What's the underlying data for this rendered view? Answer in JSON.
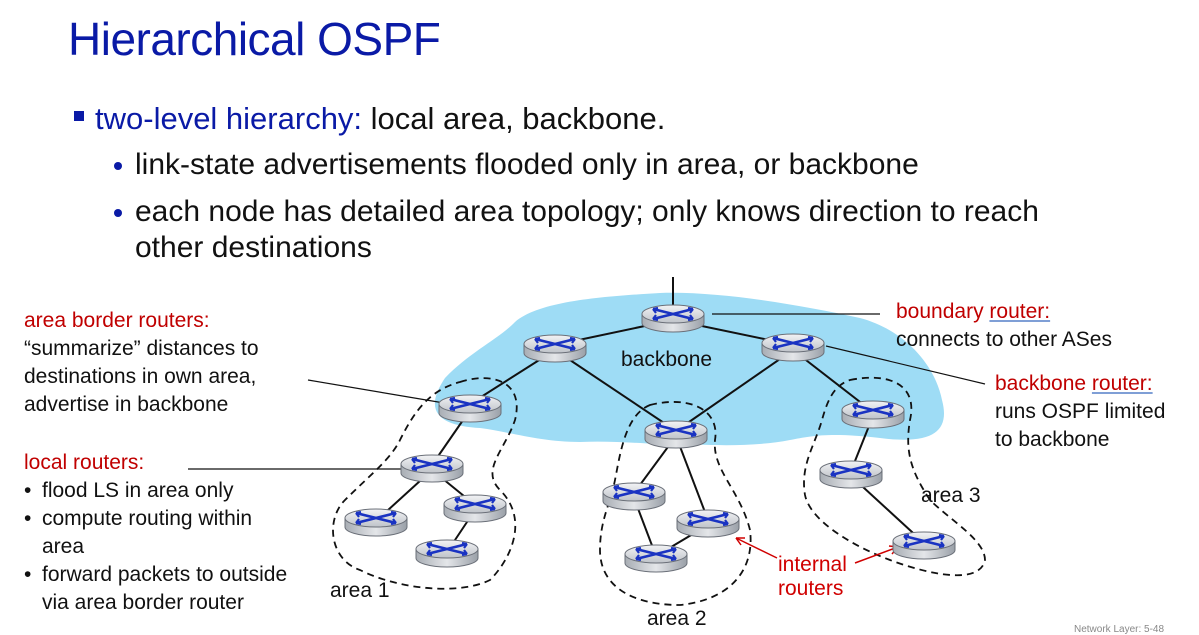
{
  "title": "Hierarchical OSPF",
  "bullet": {
    "highlight": "two-level hierarchy:",
    "rest": " local area, backbone.",
    "subs": [
      "link-state advertisements flooded only in area, or backbone",
      "each node has detailed area topology; only knows direction to reach",
      "other destinations"
    ]
  },
  "annotations": {
    "area_border": {
      "heading": "area border routers:",
      "lines": [
        "“summarize” distances  to",
        "destinations in own area,",
        "advertise in backbone"
      ]
    },
    "local": {
      "heading": "local routers:",
      "items": [
        "flood LS in area only",
        "compute routing within",
        "area",
        "forward packets to outside",
        "via area border router"
      ]
    },
    "boundary": {
      "heading_a": "boundary ",
      "heading_b": "router:",
      "line": "connects to other ASes"
    },
    "backbone_router": {
      "heading_a": "backbone ",
      "heading_b": "router:",
      "lines": [
        "runs OSPF limited",
        "to backbone"
      ]
    }
  },
  "labels": {
    "backbone": "backbone",
    "area1": "area 1",
    "area2": "area 2",
    "area3": "area 3",
    "internal_1": "internal",
    "internal_2": "routers"
  },
  "footer": "Network Layer: 5-48",
  "colors": {
    "title": "#0a1aa6",
    "highlight_red": "#c00000",
    "backbone_fill": "#9edcf5",
    "router_body": "#c8ccd2",
    "router_cross": "#1a33c2"
  }
}
